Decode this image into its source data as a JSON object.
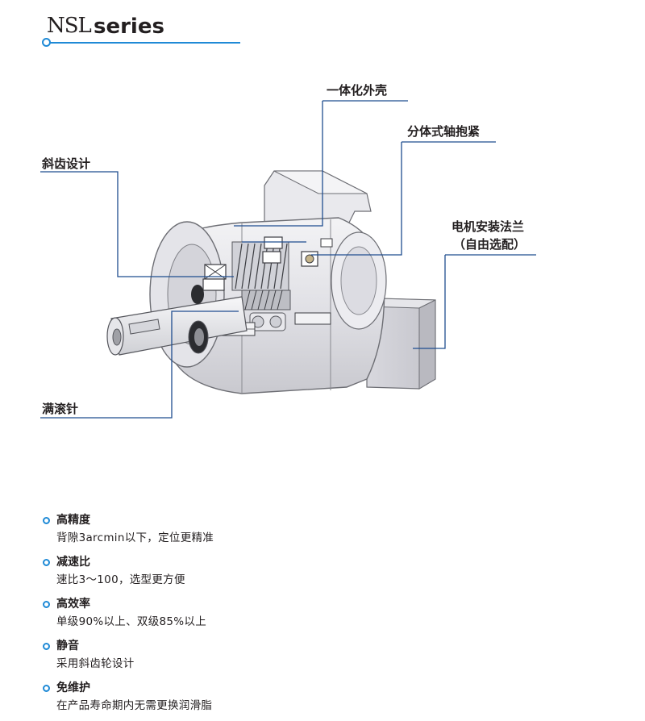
{
  "header": {
    "series_code": "NSL",
    "series_word": "series",
    "accent_color": "#1f8ad6"
  },
  "callouts": {
    "helical_design": "斜齿设计",
    "integrated_housing": "一体化外壳",
    "split_shaft_clamp": "分体式轴抱紧",
    "motor_flange_line1": "电机安装法兰",
    "motor_flange_line2": "（自由选配）",
    "full_needle_roller": "满滚针"
  },
  "features": [
    {
      "title": "高精度",
      "desc": "背隙3arcmin以下，定位更精准"
    },
    {
      "title": "减速比",
      "desc": "速比3～100，选型更方便"
    },
    {
      "title": "高效率",
      "desc": "单级90%以上、双级85%以上"
    },
    {
      "title": "静音",
      "desc": "采用斜齿轮设计"
    },
    {
      "title": "免维护",
      "desc": "在产品寿命期内无需更换润滑脂"
    }
  ]
}
